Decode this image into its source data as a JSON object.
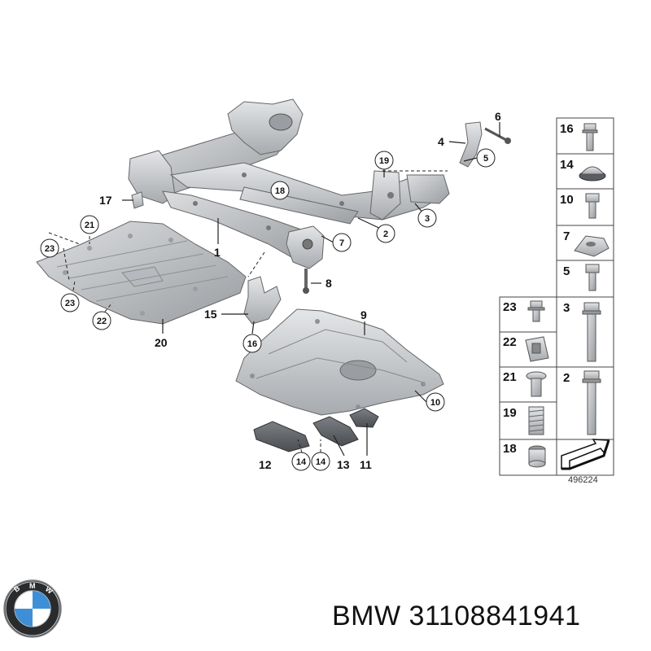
{
  "diagram": {
    "drawing_number": "496224",
    "callouts": [
      {
        "id": "c1",
        "label": "1",
        "circled": false
      },
      {
        "id": "c2",
        "label": "2",
        "circled": true
      },
      {
        "id": "c3",
        "label": "3",
        "circled": true
      },
      {
        "id": "c4",
        "label": "4",
        "circled": false
      },
      {
        "id": "c5",
        "label": "5",
        "circled": true
      },
      {
        "id": "c6",
        "label": "6",
        "circled": false
      },
      {
        "id": "c7",
        "label": "7",
        "circled": true
      },
      {
        "id": "c8",
        "label": "8",
        "circled": false
      },
      {
        "id": "c9",
        "label": "9",
        "circled": false
      },
      {
        "id": "c10",
        "label": "10",
        "circled": true
      },
      {
        "id": "c11",
        "label": "11",
        "circled": false
      },
      {
        "id": "c12",
        "label": "12",
        "circled": false
      },
      {
        "id": "c13",
        "label": "13",
        "circled": false
      },
      {
        "id": "c14a",
        "label": "14",
        "circled": true
      },
      {
        "id": "c14b",
        "label": "14",
        "circled": true
      },
      {
        "id": "c15",
        "label": "15",
        "circled": false
      },
      {
        "id": "c16",
        "label": "16",
        "circled": true
      },
      {
        "id": "c17",
        "label": "17",
        "circled": false
      },
      {
        "id": "c18",
        "label": "18",
        "circled": true
      },
      {
        "id": "c19",
        "label": "19",
        "circled": true
      },
      {
        "id": "c20",
        "label": "20",
        "circled": false
      },
      {
        "id": "c21",
        "label": "21",
        "circled": true
      },
      {
        "id": "c22",
        "label": "22",
        "circled": true
      },
      {
        "id": "c23a",
        "label": "23",
        "circled": true
      },
      {
        "id": "c23b",
        "label": "23",
        "circled": true
      }
    ],
    "legend_right": [
      {
        "label": "16",
        "icon": "bolt-flange-icon"
      },
      {
        "label": "14",
        "icon": "rubber-plug-icon"
      },
      {
        "label": "10",
        "icon": "hex-bolt-icon"
      },
      {
        "label": "7",
        "icon": "mount-bracket-icon"
      },
      {
        "label": "5",
        "icon": "hex-bolt-icon"
      },
      {
        "label": "3",
        "icon": "long-bolt-icon"
      },
      {
        "label": "2",
        "icon": "long-bolt-icon"
      }
    ],
    "legend_left": [
      {
        "label": "23",
        "icon": "flange-screw-icon"
      },
      {
        "label": "22",
        "icon": "clip-nut-icon"
      },
      {
        "label": "21",
        "icon": "expanding-rivet-icon"
      },
      {
        "label": "19",
        "icon": "spring-sleeve-icon"
      },
      {
        "label": "18",
        "icon": "bushing-sleeve-icon"
      }
    ]
  },
  "footer": {
    "brand": "BMW",
    "part_number": "31108841941"
  },
  "colors": {
    "part_fill": "#cfd1d4",
    "part_shade": "#a9acb0",
    "part_dark": "#8c8f93"
  }
}
